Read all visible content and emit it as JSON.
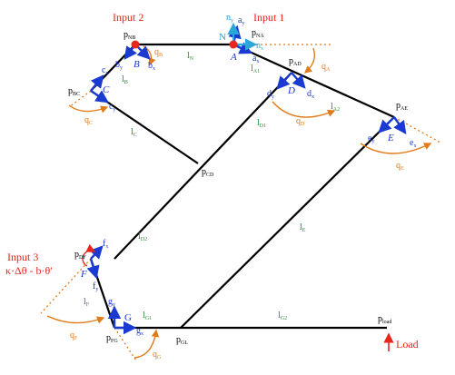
{
  "inputs": {
    "input1": "Input 1",
    "input2": "Input 2",
    "input3": "Input 3",
    "input3_formula": "κ·Δθ - b·θ′",
    "load": "Load"
  },
  "points": [
    {
      "id": "NB",
      "main": "p",
      "sub": "NB"
    },
    {
      "id": "NA",
      "main": "p",
      "sub": "NA"
    },
    {
      "id": "AD",
      "main": "p",
      "sub": "AD"
    },
    {
      "id": "AE",
      "main": "p",
      "sub": "AE"
    },
    {
      "id": "BC",
      "main": "p",
      "sub": "BC"
    },
    {
      "id": "CD",
      "main": "p",
      "sub": "CD"
    },
    {
      "id": "DF",
      "main": "p",
      "sub": "DF"
    },
    {
      "id": "FG",
      "main": "p",
      "sub": "FG"
    },
    {
      "id": "GL",
      "main": "p",
      "sub": "GL"
    },
    {
      "id": "load",
      "main": "p",
      "sub": "load"
    }
  ],
  "links": [
    {
      "id": "N",
      "main": "l",
      "sub": "N"
    },
    {
      "id": "B",
      "main": "l",
      "sub": "B"
    },
    {
      "id": "A1",
      "main": "l",
      "sub": "A1"
    },
    {
      "id": "A2",
      "main": "l",
      "sub": "A2"
    },
    {
      "id": "D1",
      "main": "l",
      "sub": "D1"
    },
    {
      "id": "C",
      "main": "l",
      "sub": "C"
    },
    {
      "id": "D2",
      "main": "l",
      "sub": "D2"
    },
    {
      "id": "E",
      "main": "l",
      "sub": "E"
    },
    {
      "id": "F",
      "main": "l",
      "sub": "F"
    },
    {
      "id": "G1",
      "main": "l",
      "sub": "G1"
    },
    {
      "id": "G2",
      "main": "l",
      "sub": "G2"
    }
  ],
  "angles": [
    {
      "id": "B",
      "main": "q",
      "sub": "B"
    },
    {
      "id": "A",
      "main": "q",
      "sub": "A"
    },
    {
      "id": "C",
      "main": "q",
      "sub": "C"
    },
    {
      "id": "D",
      "main": "q",
      "sub": "D"
    },
    {
      "id": "E",
      "main": "q",
      "sub": "E"
    },
    {
      "id": "F",
      "main": "q",
      "sub": "F"
    },
    {
      "id": "G",
      "main": "q",
      "sub": "G"
    }
  ],
  "frames": {
    "N": "N",
    "A": "A",
    "B": "B",
    "C": "C",
    "D": "D",
    "E": "E",
    "F": "F",
    "G": "G",
    "n_x": "n",
    "n_x_sub": "x",
    "n_y": "n",
    "n_y_sub": "y",
    "a_x": "a",
    "a_x_sub": "x",
    "a_y": "a",
    "a_y_sub": "y",
    "b_x": "b",
    "b_x_sub": "x",
    "b_y": "b",
    "b_y_sub": "y",
    "c_x": "c",
    "c_x_sub": "x",
    "c_y": "c",
    "c_y_sub": "y",
    "d_x": "d",
    "d_x_sub": "x",
    "d_y": "d",
    "d_y_sub": "y",
    "e_x": "e",
    "e_x_sub": "x",
    "e_y": "e",
    "e_y_sub": "y",
    "f_x": "f",
    "f_x_sub": "x",
    "f_y": "f",
    "f_y_sub": "y",
    "g_x": "g",
    "g_x_sub": "x",
    "g_y": "g",
    "g_y_sub": "y"
  },
  "colors": {
    "link": "#000000",
    "frame": "#1a3ad1",
    "ground_frame": "#2aa6d9",
    "angle": "#e07b1a",
    "length_label": "#2e8b3a",
    "input": "#e8261c"
  }
}
